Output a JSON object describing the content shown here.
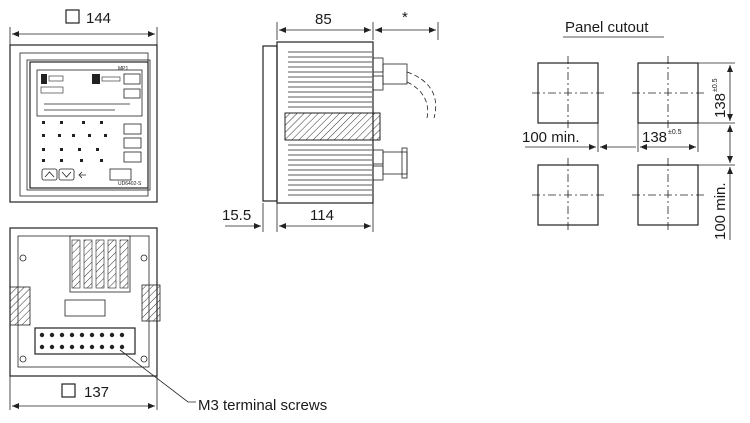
{
  "front_view": {
    "width_label": "144",
    "panel_texts": {
      "brand": "MP1",
      "code": "UD6402-S"
    }
  },
  "side_view": {
    "depth_label": "85",
    "extension_label": "*",
    "bezel_label": "15.5",
    "body_label": "114"
  },
  "rear_view": {
    "width_label": "137",
    "screws_label": "M3 terminal screws"
  },
  "cutout": {
    "title": "Panel cutout",
    "spacing_h_label": "100 min.",
    "size_h_value": "138",
    "size_h_tol": "±0.5",
    "size_v_value": "138",
    "size_v_tol": "±0.5",
    "spacing_v_label": "100 min."
  }
}
